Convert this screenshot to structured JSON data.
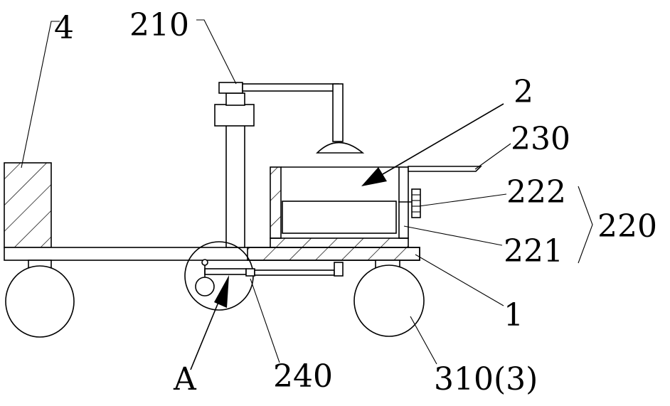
{
  "labels": {
    "l4": "4",
    "l210": "210",
    "l2": "2",
    "l230": "230",
    "l222": "222",
    "l221": "221",
    "l220": "220",
    "l1": "1",
    "lA": "A",
    "l240": "240",
    "l310": "310(3)"
  },
  "colors": {
    "line": "#000000",
    "background": "#ffffff"
  }
}
